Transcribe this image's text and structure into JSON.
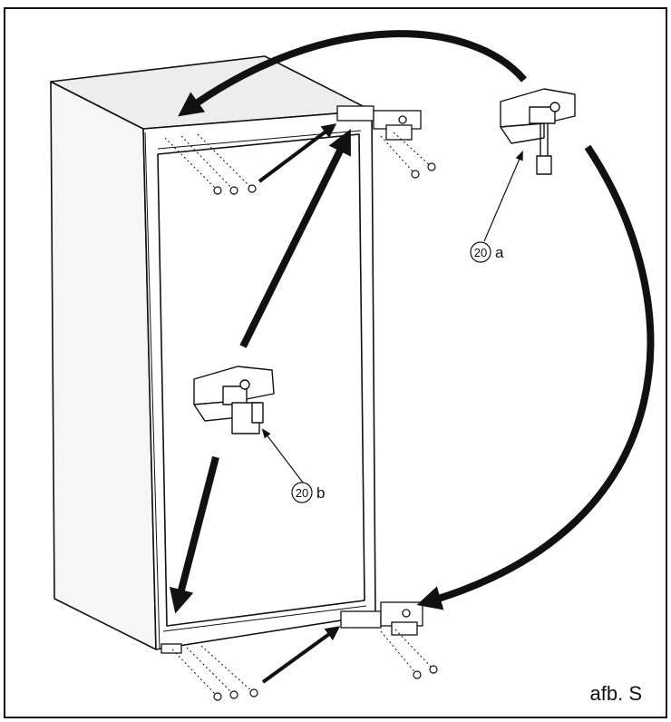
{
  "figure_label": "afb. S",
  "callouts": [
    {
      "id": "a",
      "number": "20",
      "letter": "a"
    },
    {
      "id": "b",
      "number": "20",
      "letter": "b"
    }
  ],
  "colors": {
    "line": "#111111",
    "arrow": "#111111",
    "cabinet_side": "#f6f6f6",
    "cabinet_top": "#ededed",
    "background": "#ffffff"
  }
}
